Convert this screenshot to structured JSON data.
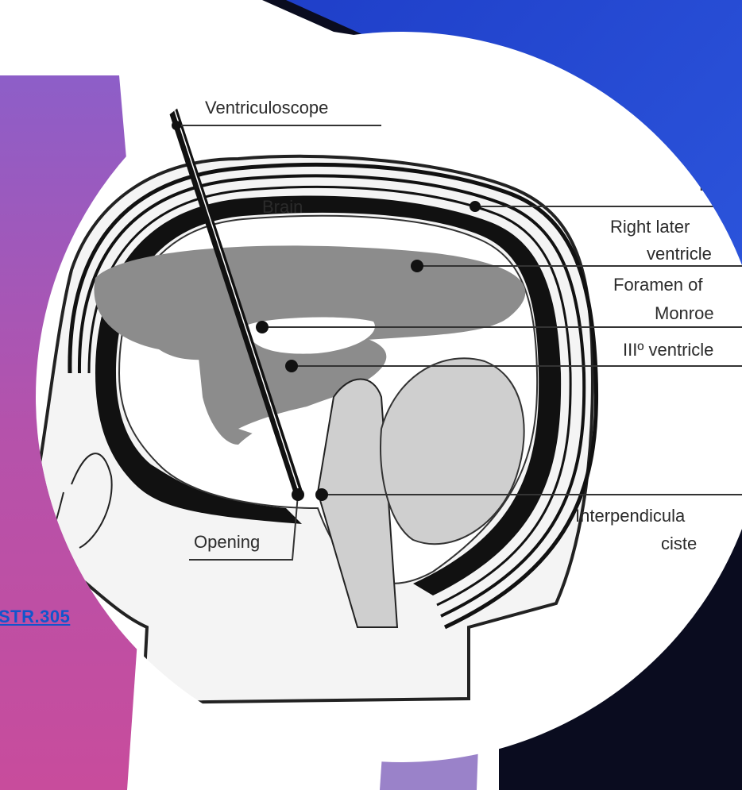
{
  "colors": {
    "purple_top": "#8b5bc4",
    "magenta": "#c64a9e",
    "blue": "#2d55d8",
    "navy": "#0a0c1f",
    "lavender": "#9a82c9",
    "ventricle_gray": "#8c8c8c",
    "brainstem_gray": "#cfcfcf"
  },
  "labels": {
    "ventriculoscope": "Ventriculoscope",
    "brain": "Brain",
    "bone": "Bo",
    "right_lateral_1": "Right later",
    "right_lateral_2": "ventricle",
    "foramen_1": "Foramen of",
    "foramen_2": "Monroe",
    "third_ventricle": "IIIº ventricle",
    "interpeduncular_1": "Interpendicula",
    "interpeduncular_2": "ciste",
    "opening": "Opening"
  },
  "link_text": "STR.305"
}
